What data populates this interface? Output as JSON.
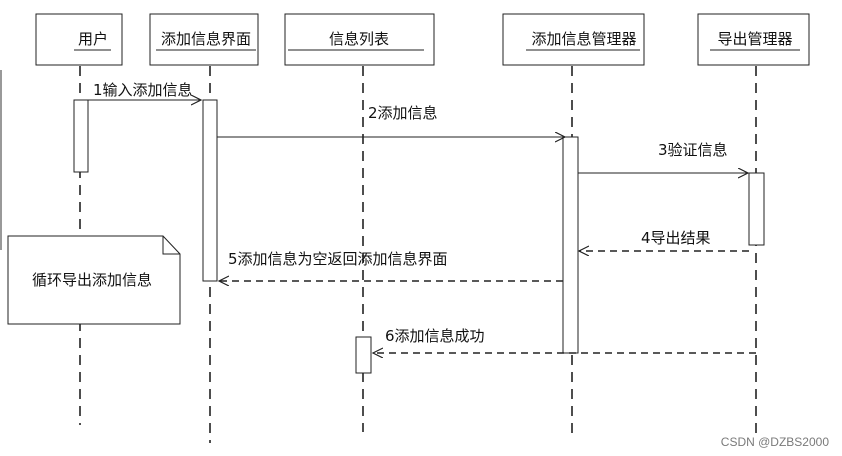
{
  "participants": [
    {
      "id": "user",
      "name": "用户"
    },
    {
      "id": "add_ui",
      "name": "添加信息界面"
    },
    {
      "id": "info_list",
      "name": "信息列表"
    },
    {
      "id": "add_mgr",
      "name": "添加信息管理器"
    },
    {
      "id": "export_mgr",
      "name": "导出管理器"
    }
  ],
  "messages": [
    {
      "id": "m1",
      "label": "1输入添加信息",
      "style": "solid"
    },
    {
      "id": "m2",
      "label": "2添加信息",
      "style": "solid"
    },
    {
      "id": "m3",
      "label": "3验证信息",
      "style": "solid"
    },
    {
      "id": "m4",
      "label": "4导出结果",
      "style": "dashed"
    },
    {
      "id": "m5",
      "label": "5添加信息为空返回添加信息界面",
      "style": "dashed"
    },
    {
      "id": "m6",
      "label": "6添加信息成功",
      "style": "dashed"
    }
  ],
  "note": {
    "text": "循环导出添加信息"
  },
  "watermark": "CSDN @DZBS2000"
}
